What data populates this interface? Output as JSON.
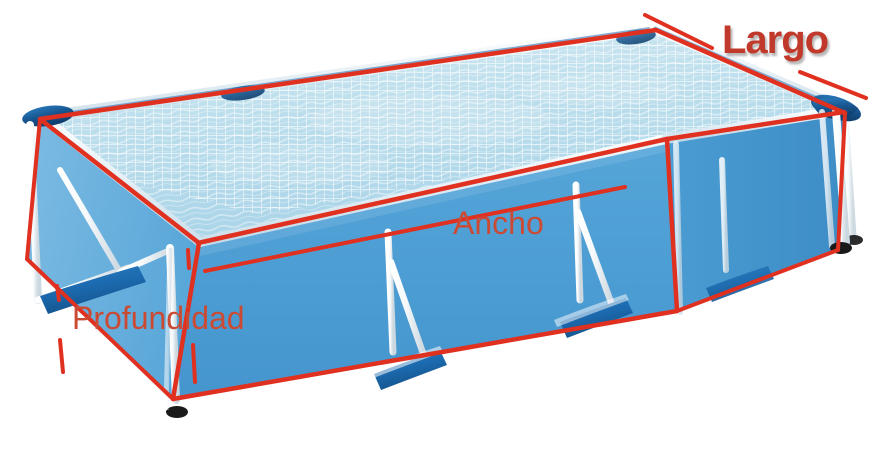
{
  "diagram": {
    "title": "Rectangular above-ground pool dimensions",
    "subject": "swimming-pool",
    "language": "es"
  },
  "labels": {
    "largo": "Largo",
    "ancho": "Ancho",
    "profundidad": "Profundidad"
  },
  "colors": {
    "annotation_red": "#e03020",
    "largo_text": "#c0392b",
    "measure_text": "#cb4a33",
    "water_surface": "#bfe0ec",
    "water_deep": "#9fd0e4",
    "wall_blue": "#4c9fd6",
    "wall_blue_dark": "#3f8cc4",
    "wall_blue_left": "#6fb4de",
    "frame_white": "#f2f6f8",
    "foot_blue": "#1c6bb0",
    "foot_black": "#1a1a1a",
    "background": "#ffffff"
  },
  "annotations": {
    "length_label": "Largo",
    "width_label": "Ancho",
    "depth_label": "Profundidad",
    "length_tick_count": 2,
    "width_tick_count": 2,
    "depth_tick_count": 2
  },
  "parts": {
    "water": "water-surface",
    "liner": "pool-liner-wall",
    "frame": "metal-frame",
    "legs": "support-legs",
    "feet": "leg-feet",
    "corner_connectors": "corner-connectors"
  }
}
